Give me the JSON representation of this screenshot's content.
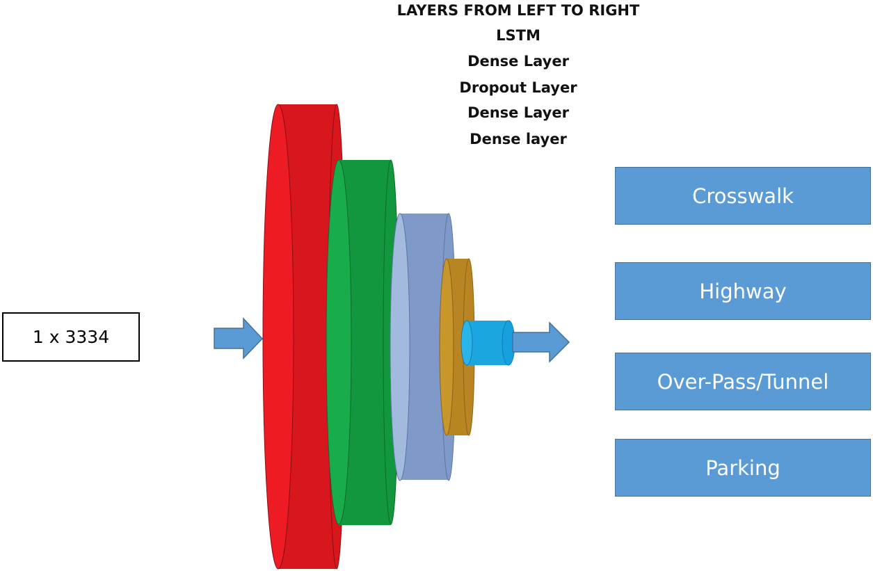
{
  "legend": {
    "title": "LAYERS FROM LEFT TO RIGHT",
    "layers": [
      "LSTM",
      "Dense Layer",
      "Dropout Layer",
      "Dense Layer",
      "Dense layer"
    ]
  },
  "input": {
    "label": "1 x 3334"
  },
  "outputs": [
    "Crosswalk",
    "Highway",
    "Over-Pass/Tunnel",
    "Parking"
  ],
  "colors": {
    "layer_lstm": "#ed1c24",
    "layer_dense_1": "#19ac4b",
    "layer_dropout": "#8fa9d8",
    "layer_dense_2": "#c8962a",
    "layer_dense_3": "#1ba6e0",
    "arrow": "#5b9bd5",
    "class_box": "#5b9bd5"
  }
}
